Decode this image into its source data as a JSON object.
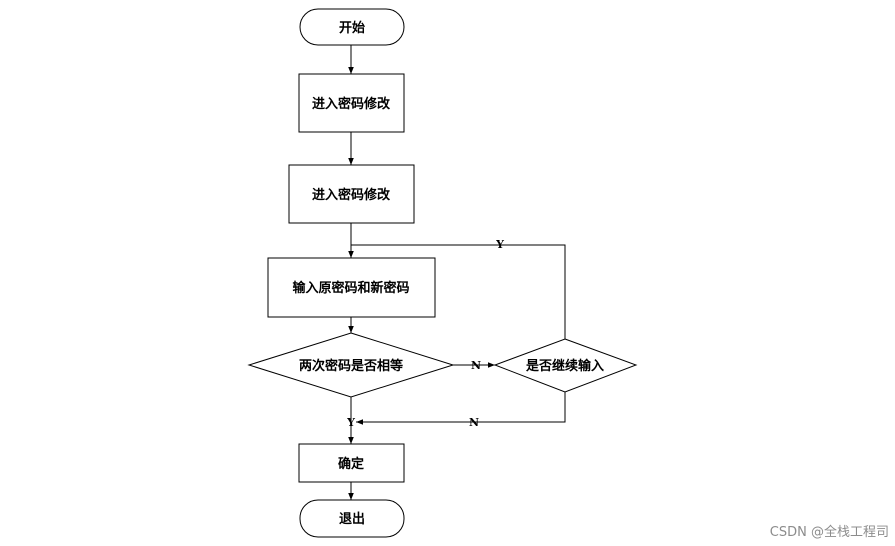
{
  "flowchart": {
    "start": "开始",
    "step_enter_1": "进入密码修改",
    "step_enter_2": "进入密码修改",
    "step_input": "输入原密码和新密码",
    "decision_match": "两次密码是否相等",
    "decision_continue": "是否继续输入",
    "step_confirm": "确定",
    "end": "退出"
  },
  "edge_labels": {
    "continue_yes": "Y",
    "match_no": "N",
    "continue_no": "N",
    "match_yes": "Y"
  },
  "watermark": "CSDN @全栈工程司"
}
